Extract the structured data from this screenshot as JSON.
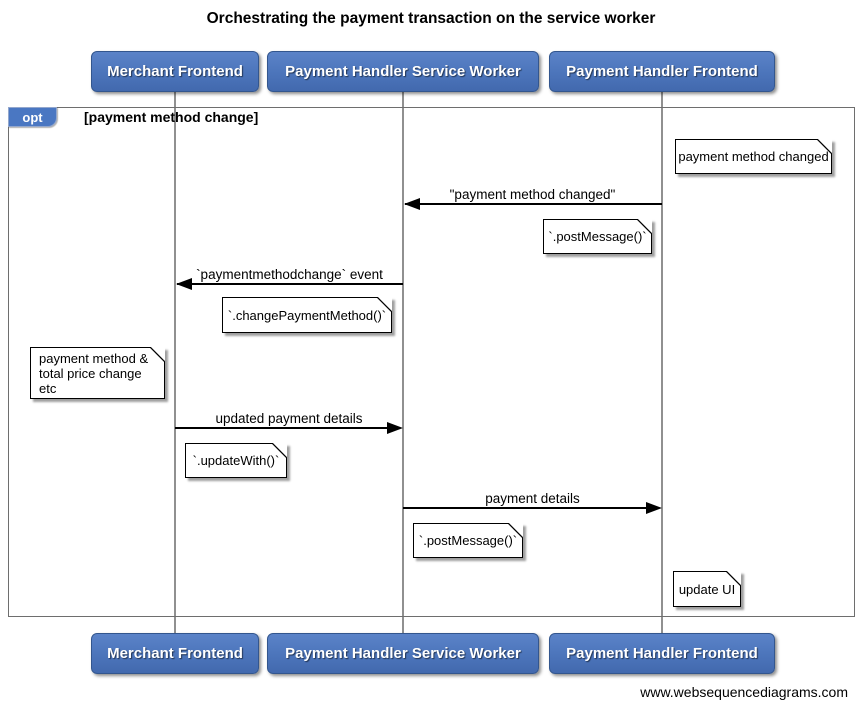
{
  "title": "Orchestrating the payment transaction on the service worker",
  "footer": "www.websequencediagrams.com",
  "fragment": {
    "operator": "opt",
    "condition": "[payment method change]"
  },
  "actors": [
    {
      "id": "merchant-frontend",
      "label": "Merchant Frontend"
    },
    {
      "id": "payment-handler-service-worker",
      "label": "Payment Handler Service Worker"
    },
    {
      "id": "payment-handler-frontend",
      "label": "Payment Handler Frontend"
    }
  ],
  "messages": [
    {
      "label": "\"payment method changed\"",
      "from": "Payment Handler Frontend",
      "to": "Payment Handler Service Worker",
      "direction": "left"
    },
    {
      "label": "`paymentmethodchange` event",
      "from": "Payment Handler Service Worker",
      "to": "Merchant Frontend",
      "direction": "left"
    },
    {
      "label": "updated payment details",
      "from": "Merchant Frontend",
      "to": "Payment Handler Service Worker",
      "direction": "right"
    },
    {
      "label": "payment details",
      "from": "Payment Handler Service Worker",
      "to": "Payment Handler Frontend",
      "direction": "right"
    }
  ],
  "notes": [
    {
      "text": "payment method changed",
      "anchor": "Payment Handler Frontend"
    },
    {
      "text": "`.postMessage()`",
      "anchor": "Payment Handler Service Worker"
    },
    {
      "text": "`.changePaymentMethod()`",
      "anchor": "Merchant Frontend"
    },
    {
      "text": "payment method &\ntotal price change etc",
      "anchor": "Merchant Frontend"
    },
    {
      "text": "`.updateWith()`",
      "anchor": "Merchant Frontend"
    },
    {
      "text": "`.postMessage()`",
      "anchor": "Payment Handler Service Worker"
    },
    {
      "text": "update UI",
      "anchor": "Payment Handler Frontend"
    }
  ],
  "colors": {
    "actor_fill_top": "#5b83c8",
    "actor_fill_bottom": "#4269ae",
    "actor_border": "#33568e",
    "fragment_label_fill": "#4a77c2",
    "fragment_border": "#6e6e6e",
    "lifeline": "#909090",
    "message_line": "#000000",
    "note_fill": "#ffffff",
    "note_border": "#000000"
  }
}
